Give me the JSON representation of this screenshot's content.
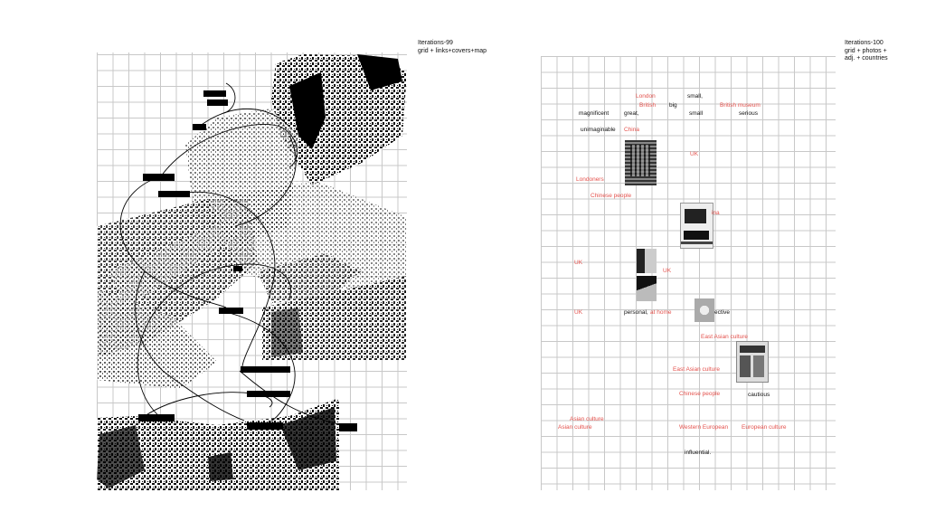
{
  "left_panel": {
    "caption": "Iterations-99\ngrid + links+covers+map"
  },
  "right_panel": {
    "caption": "Iterations-100\ngrid + photos +\nadj. + countries",
    "labels": [
      {
        "text": "London",
        "color": "red"
      },
      {
        "text": "small,",
        "color": "black"
      },
      {
        "text": "British",
        "color": "red"
      },
      {
        "text": "big",
        "color": "black"
      },
      {
        "text": "British museum",
        "color": "red"
      },
      {
        "text": "magnificent",
        "color": "black"
      },
      {
        "text": "great,",
        "color": "black"
      },
      {
        "text": "small",
        "color": "black"
      },
      {
        "text": "serious",
        "color": "black"
      },
      {
        "text": "unimaginable",
        "color": "black"
      },
      {
        "text": "China",
        "color": "red"
      },
      {
        "text": "UK",
        "color": "red"
      },
      {
        "text": "Londoners",
        "color": "red"
      },
      {
        "text": "Chinese people",
        "color": "red"
      },
      {
        "text": "ina",
        "color": "red"
      },
      {
        "text": "UK",
        "color": "red"
      },
      {
        "text": "UK",
        "color": "red"
      },
      {
        "text": "UK",
        "color": "red"
      },
      {
        "text": "personal,",
        "color": "black"
      },
      {
        "text": "at home",
        "color": "red"
      },
      {
        "text": "ective",
        "color": "black"
      },
      {
        "text": "East Asian culture",
        "color": "red"
      },
      {
        "text": "East Asian culture",
        "color": "red"
      },
      {
        "text": "Chinese people",
        "color": "red"
      },
      {
        "text": "cautious",
        "color": "black"
      },
      {
        "text": "Asian culture",
        "color": "red"
      },
      {
        "text": "Asian culture",
        "color": "red"
      },
      {
        "text": "Western European",
        "color": "red"
      },
      {
        "text": "European culture",
        "color": "red"
      },
      {
        "text": "influential.",
        "color": "black"
      }
    ]
  },
  "colors": {
    "accent_red": "#e4524d",
    "ink": "#111111",
    "grid": "#c8c8c8"
  }
}
